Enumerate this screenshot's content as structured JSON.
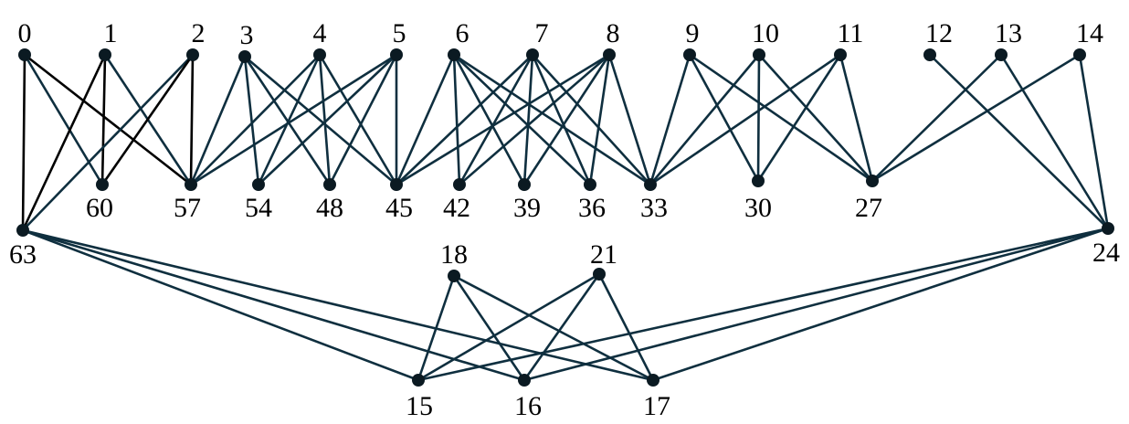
{
  "colors": {
    "edge_dark": "#000000",
    "edge_main": "#0f2f3f",
    "node_fill": "#0b1a22",
    "label": "#000000"
  },
  "nodes": [
    {
      "id": "0"
    },
    {
      "id": "1"
    },
    {
      "id": "2"
    },
    {
      "id": "3"
    },
    {
      "id": "4"
    },
    {
      "id": "5"
    },
    {
      "id": "6"
    },
    {
      "id": "7"
    },
    {
      "id": "8"
    },
    {
      "id": "9"
    },
    {
      "id": "10"
    },
    {
      "id": "11"
    },
    {
      "id": "12"
    },
    {
      "id": "13"
    },
    {
      "id": "14"
    },
    {
      "id": "60"
    },
    {
      "id": "57"
    },
    {
      "id": "54"
    },
    {
      "id": "48"
    },
    {
      "id": "45"
    },
    {
      "id": "42"
    },
    {
      "id": "39"
    },
    {
      "id": "36"
    },
    {
      "id": "33"
    },
    {
      "id": "30"
    },
    {
      "id": "27"
    },
    {
      "id": "63"
    },
    {
      "id": "24"
    },
    {
      "id": "18"
    },
    {
      "id": "21"
    },
    {
      "id": "15"
    },
    {
      "id": "16"
    },
    {
      "id": "17"
    }
  ],
  "edges": [
    [
      "0",
      "63",
      "dark"
    ],
    [
      "0",
      "57",
      "dark"
    ],
    [
      "0",
      "60",
      "main"
    ],
    [
      "1",
      "63",
      "dark"
    ],
    [
      "1",
      "60",
      "dark"
    ],
    [
      "1",
      "57",
      "main"
    ],
    [
      "2",
      "63",
      "main"
    ],
    [
      "2",
      "60",
      "dark"
    ],
    [
      "2",
      "57",
      "dark"
    ],
    [
      "3",
      "57",
      "main"
    ],
    [
      "3",
      "54",
      "main"
    ],
    [
      "3",
      "48",
      "main"
    ],
    [
      "3",
      "45",
      "main"
    ],
    [
      "4",
      "57",
      "main"
    ],
    [
      "4",
      "54",
      "main"
    ],
    [
      "4",
      "48",
      "main"
    ],
    [
      "4",
      "45",
      "main"
    ],
    [
      "5",
      "57",
      "main"
    ],
    [
      "5",
      "54",
      "main"
    ],
    [
      "5",
      "48",
      "main"
    ],
    [
      "5",
      "45",
      "main"
    ],
    [
      "6",
      "45",
      "main"
    ],
    [
      "6",
      "42",
      "main"
    ],
    [
      "6",
      "39",
      "main"
    ],
    [
      "6",
      "36",
      "main"
    ],
    [
      "6",
      "33",
      "main"
    ],
    [
      "7",
      "45",
      "main"
    ],
    [
      "7",
      "42",
      "main"
    ],
    [
      "7",
      "39",
      "main"
    ],
    [
      "7",
      "36",
      "main"
    ],
    [
      "7",
      "33",
      "main"
    ],
    [
      "8",
      "45",
      "main"
    ],
    [
      "8",
      "42",
      "main"
    ],
    [
      "8",
      "39",
      "main"
    ],
    [
      "8",
      "36",
      "main"
    ],
    [
      "8",
      "33",
      "main"
    ],
    [
      "9",
      "33",
      "main"
    ],
    [
      "9",
      "30",
      "main"
    ],
    [
      "9",
      "27",
      "main"
    ],
    [
      "10",
      "33",
      "main"
    ],
    [
      "10",
      "30",
      "main"
    ],
    [
      "10",
      "27",
      "main"
    ],
    [
      "11",
      "33",
      "main"
    ],
    [
      "11",
      "30",
      "main"
    ],
    [
      "11",
      "27",
      "main"
    ],
    [
      "12",
      "24",
      "main"
    ],
    [
      "13",
      "27",
      "main"
    ],
    [
      "13",
      "24",
      "main"
    ],
    [
      "14",
      "27",
      "main"
    ],
    [
      "14",
      "24",
      "main"
    ],
    [
      "63",
      "15",
      "main"
    ],
    [
      "63",
      "16",
      "main"
    ],
    [
      "63",
      "17",
      "main"
    ],
    [
      "24",
      "15",
      "main"
    ],
    [
      "24",
      "16",
      "main"
    ],
    [
      "24",
      "17",
      "main"
    ],
    [
      "18",
      "15",
      "main"
    ],
    [
      "18",
      "16",
      "main"
    ],
    [
      "18",
      "17",
      "main"
    ],
    [
      "21",
      "15",
      "main"
    ],
    [
      "21",
      "16",
      "main"
    ],
    [
      "21",
      "17",
      "main"
    ]
  ]
}
